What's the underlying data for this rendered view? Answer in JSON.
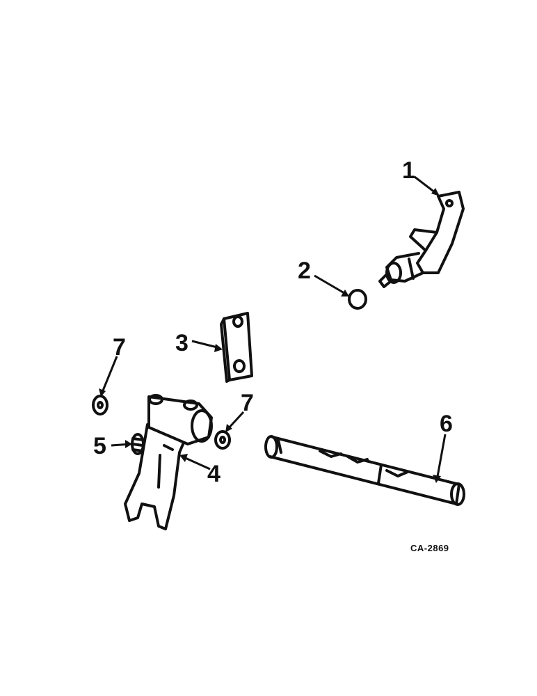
{
  "labels": {
    "c1": "1",
    "c2": "2",
    "c3": "3",
    "c4": "4",
    "c5": "5",
    "c6": "6",
    "c7a": "7",
    "c7b": "7"
  },
  "figure_code": "CA-2869",
  "colors": {
    "ink": "#111111",
    "paper": "#ffffff"
  }
}
